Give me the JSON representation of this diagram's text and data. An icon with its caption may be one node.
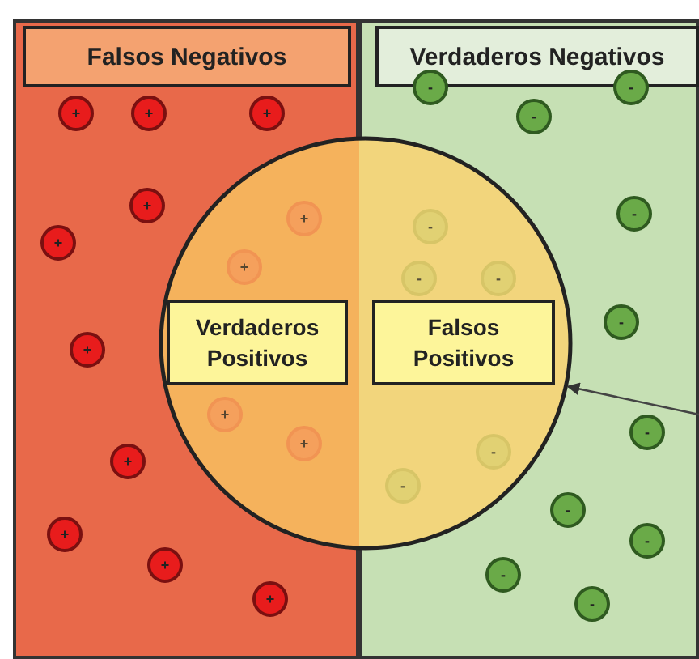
{
  "diagram": {
    "nodes": [
      {
        "text": [
          "Falsos Negativos"
        ]
      },
      {
        "text": [
          "Verdaderos Negativos"
        ]
      },
      {
        "text": [],
        "shape": "circle"
      },
      {
        "text": [
          "Verdaderos Positivos"
        ]
      },
      {
        "text": [
          "Falsos Positivos"
        ]
      },
      {
        "text": [
          "+"
        ],
        "in": 0
      },
      {
        "text": [
          "+"
        ],
        "in": 0
      },
      {
        "text": [
          "+"
        ],
        "in": 0
      },
      {
        "text": [
          "+"
        ],
        "in": 0
      },
      {
        "text": [
          "+"
        ],
        "in": 0
      },
      {
        "text": [
          "+"
        ],
        "in": 0
      },
      {
        "text": [
          "+"
        ],
        "in": 0
      },
      {
        "text": [
          "+"
        ],
        "in": 0
      },
      {
        "text": [
          "+"
        ],
        "in": 0
      },
      {
        "text": [
          "+"
        ],
        "in": 0
      },
      {
        "text": [
          "+"
        ]
      },
      {
        "text": [
          "+"
        ]
      },
      {
        "text": [
          "+"
        ]
      },
      {
        "text": [
          "+"
        ]
      },
      {
        "text": [
          "-"
        ]
      },
      {
        "text": [
          "-"
        ]
      },
      {
        "text": [
          "-"
        ]
      },
      {
        "text": [
          "-"
        ]
      },
      {
        "text": [
          "-"
        ]
      },
      {
        "text": [
          "-"
        ],
        "in": 1
      },
      {
        "text": [
          "-"
        ],
        "in": 1
      },
      {
        "text": [
          "-"
        ],
        "in": 1
      },
      {
        "text": [
          "-"
        ],
        "in": 1
      },
      {
        "text": [
          "-"
        ],
        "in": 1
      },
      {
        "text": [
          "-"
        ],
        "in": 1
      },
      {
        "text": [
          "-"
        ],
        "in": 1
      },
      {
        "text": [
          "-"
        ],
        "in": 1
      },
      {
        "text": [
          "-"
        ],
        "in": 1
      },
      {
        "text": [
          "-"
        ],
        "in": 1
      }
    ],
    "edges": [
      {
        "from": 1,
        "to": 2,
        "arrow": "to"
      }
    ]
  }
}
